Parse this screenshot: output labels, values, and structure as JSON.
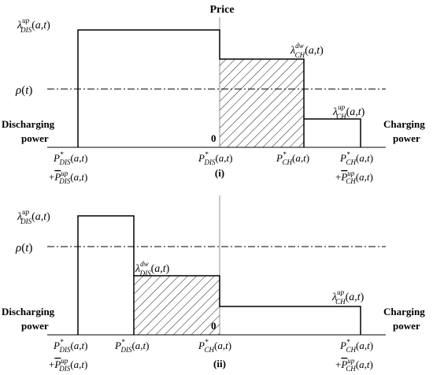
{
  "axis": {
    "price": "Price",
    "discharging_line1": "Discharging",
    "discharging_line2": "power",
    "charging_line1": "Charging",
    "charging_line2": "power",
    "zero": "0"
  },
  "rho": "ρ(t)",
  "panel_i": {
    "caption": "(i)",
    "lambda_dis_up": "λ^{up}_{DIS}(a,t)",
    "lambda_ch_dw": "λ^{dw}_{CH}(a,t)",
    "lambda_ch_up": "λ^{up}_{CH}(a,t)",
    "x_left_line1": "P^{*}_{DIS}(a,t)",
    "x_left_line2": "+P̄^{up}_{DIS}(a,t)",
    "x_mid": "P^{*}_{DIS}(a,t)",
    "x_ch": "P^{*}_{CH}(a,t)",
    "x_right_line1": "P^{*}_{CH}(a,t)",
    "x_right_line2": "+P̄^{up}_{CH}(a,t)"
  },
  "panel_ii": {
    "caption": "(ii)",
    "lambda_dis_up": "λ^{up}_{DIS}(a,t)",
    "lambda_dis_dw": "λ^{dw}_{DIS}(a,t)",
    "lambda_ch_up": "λ^{up}_{CH}(a,t)",
    "x_left_line1": "P^{*}_{DIS}(a,t)",
    "x_left_line2": "+P̄^{up}_{DIS}(a,t)",
    "x_dis": "P^{*}_{DIS}(a,t)",
    "x_ch": "P^{*}_{CH}(a,t)",
    "x_right_line1": "P^{*}_{CH}(a,t)",
    "x_right_line2": "+P̄^{up}_{CH}(a,t)"
  }
}
